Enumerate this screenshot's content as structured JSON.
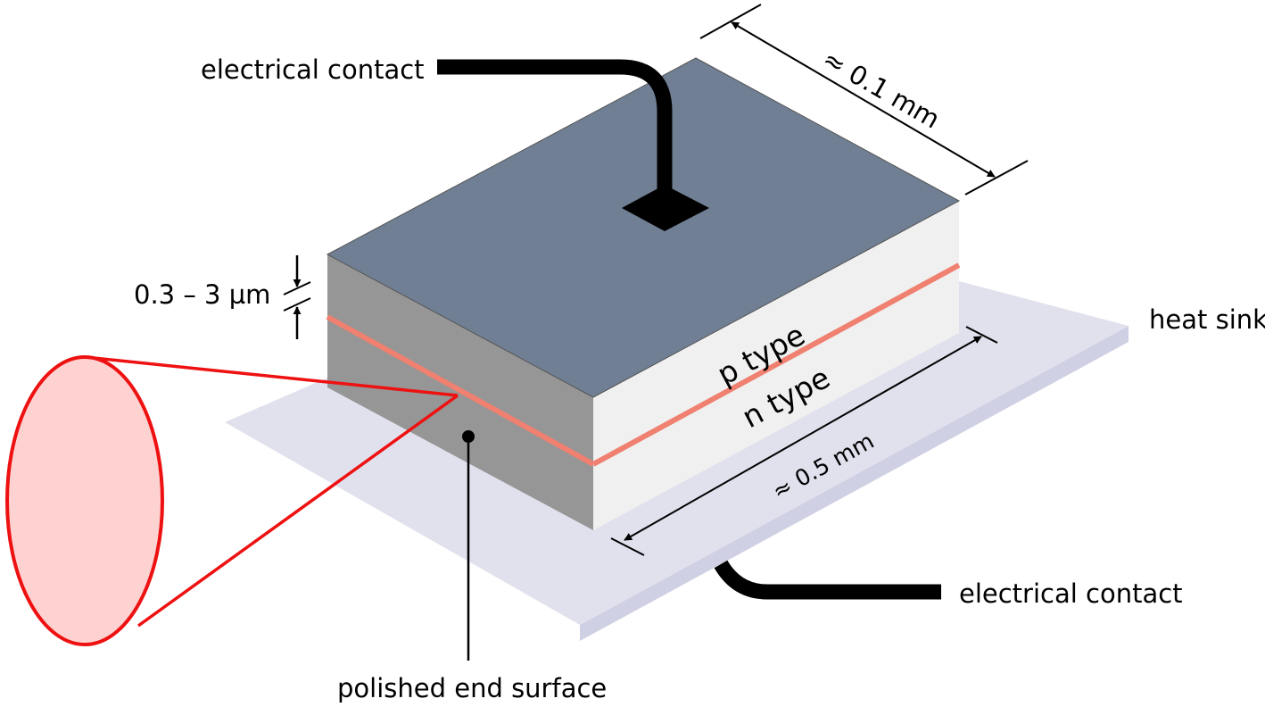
{
  "labels": {
    "contact_top": "electrical contact",
    "contact_bottom": "electrical contact",
    "heat_sink": "heat sink",
    "thickness": "0.3 – 3 µm",
    "width": "≈ 0.1 mm",
    "length": "≈ 0.5 mm",
    "p_type": "p type",
    "n_type": "n type",
    "polished_end": "polished end surface"
  },
  "colors": {
    "top_face": "#707f94",
    "side_face": "#f0f0f0",
    "front_face": "#969696",
    "heat_sink": "#e1e1ee",
    "heat_sink_edge": "#d0d0e4",
    "junction": "#f08070",
    "beam_fill": "#ffd2d2",
    "beam_stroke": "#ee1111",
    "contact": "#000000"
  }
}
